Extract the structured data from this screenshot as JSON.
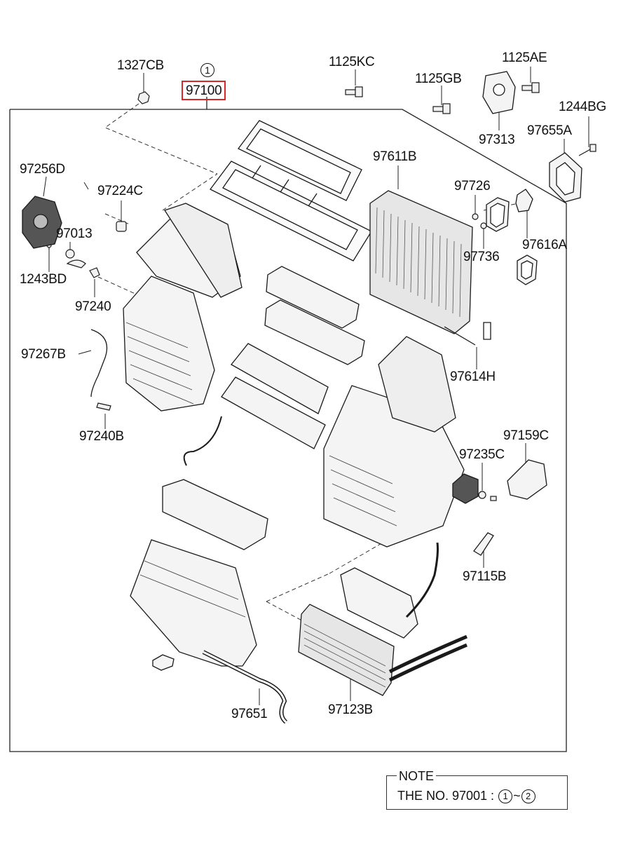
{
  "callouts": {
    "c1327CB": "1327CB",
    "c97100": "97100",
    "circle_1": "1",
    "c1125KC": "1125KC",
    "c1125GB": "1125GB",
    "c1125AE": "1125AE",
    "c97313": "97313",
    "c1244BG": "1244BG",
    "c97655A": "97655A",
    "c97256D": "97256D",
    "c97224C": "97224C",
    "c97013": "97013",
    "c1243BD": "1243BD",
    "c97240": "97240",
    "c97611B": "97611B",
    "c97726": "97726",
    "c97736": "97736",
    "c97616A": "97616A",
    "c97267B": "97267B",
    "c97240B": "97240B",
    "c97614H": "97614H",
    "c97159C": "97159C",
    "c97235C": "97235C",
    "c97115B": "97115B",
    "c97651": "97651",
    "c97123B": "97123B"
  },
  "note": {
    "title": "NOTE",
    "text_prefix": "THE NO. 97001 :",
    "range_start": "1",
    "range_sep": "~",
    "range_end": "2"
  },
  "colors": {
    "highlight": "#d9262b",
    "line": "#1a1a1a",
    "fill": "#f2f2f2"
  }
}
